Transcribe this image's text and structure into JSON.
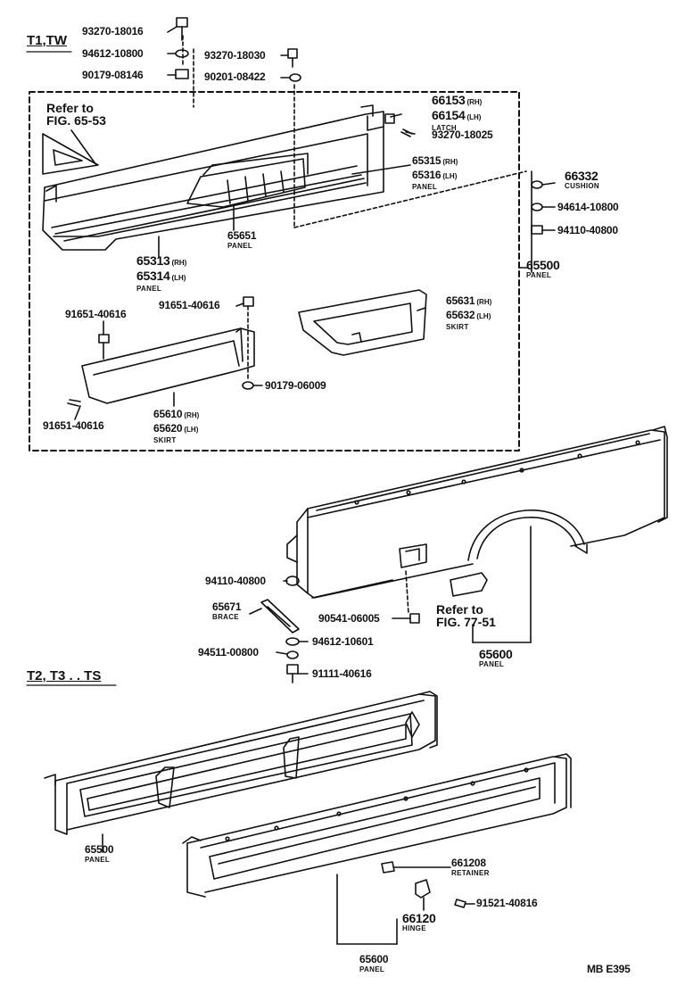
{
  "colors": {
    "ink": "#111111",
    "paper": "#ffffff"
  },
  "sections": {
    "top": "T1,TW",
    "bottom": "T2, T3 . . TS"
  },
  "references": {
    "ref_6553_line1": "Refer to",
    "ref_6553_line2": "FIG. 65-53",
    "ref_7751_line1": "Refer to",
    "ref_7751_line2": "FIG. 77-51"
  },
  "parts": {
    "p_9327018016": "93270-18016",
    "p_9461210800": "94612-10800",
    "p_9017908146": "90179-08146",
    "p_9327018030": "93270-18030",
    "p_9020108422": "90201-08422",
    "p_66153": "66153",
    "p_66153_sfx": "(RH)",
    "p_66154": "66154",
    "p_66154_sfx": "(LH)",
    "p_latch": "LATCH",
    "p_9327018025": "93270-18025",
    "p_65315": "65315",
    "p_65315_sfx": "(RH)",
    "p_65316": "65316",
    "p_65316_sfx": "(LH)",
    "p_65316_name": "PANEL",
    "p_66332": "66332",
    "p_66332_name": "CUSHION",
    "p_9461410800": "94614-10800",
    "p_9411040800a": "94110-40800",
    "p_65651": "65651",
    "p_65651_name": "PANEL",
    "p_65313": "65313",
    "p_65313_sfx": "(RH)",
    "p_65314": "65314",
    "p_65314_sfx": "(LH)",
    "p_65314_name": "PANEL",
    "p_65500a": "65500",
    "p_65500a_name": "PANEL",
    "p_9165140616a": "91651-40616",
    "p_9165140616b": "91651-40616",
    "p_65631": "65631",
    "p_65631_sfx": "(RH)",
    "p_65632": "65632",
    "p_65632_sfx": "(LH)",
    "p_65632_name": "SKIRT",
    "p_9017906009": "90179-06009",
    "p_9165140616c": "91651-40616",
    "p_65610": "65610",
    "p_65610_sfx": "(RH)",
    "p_65620": "65620",
    "p_65620_sfx": "(LH)",
    "p_65620_name": "SKIRT",
    "p_9411040800b": "94110-40800",
    "p_65671": "65671",
    "p_65671_name": "BRACE",
    "p_9054106005": "90541-06005",
    "p_9461210601": "94612-10601",
    "p_9451100800": "94511-00800",
    "p_9111140616": "91111-40616",
    "p_65600a": "65600",
    "p_65600a_name": "PANEL",
    "p_65500b": "65500",
    "p_65500b_name": "PANEL",
    "p_661208": "661208",
    "p_661208_name": "RETAINER",
    "p_9152140816": "91521-40816",
    "p_66120": "66120",
    "p_66120_name": "HINGE",
    "p_65600b": "65600",
    "p_65600b_name": "PANEL"
  },
  "footer": {
    "code": "MB E395"
  }
}
